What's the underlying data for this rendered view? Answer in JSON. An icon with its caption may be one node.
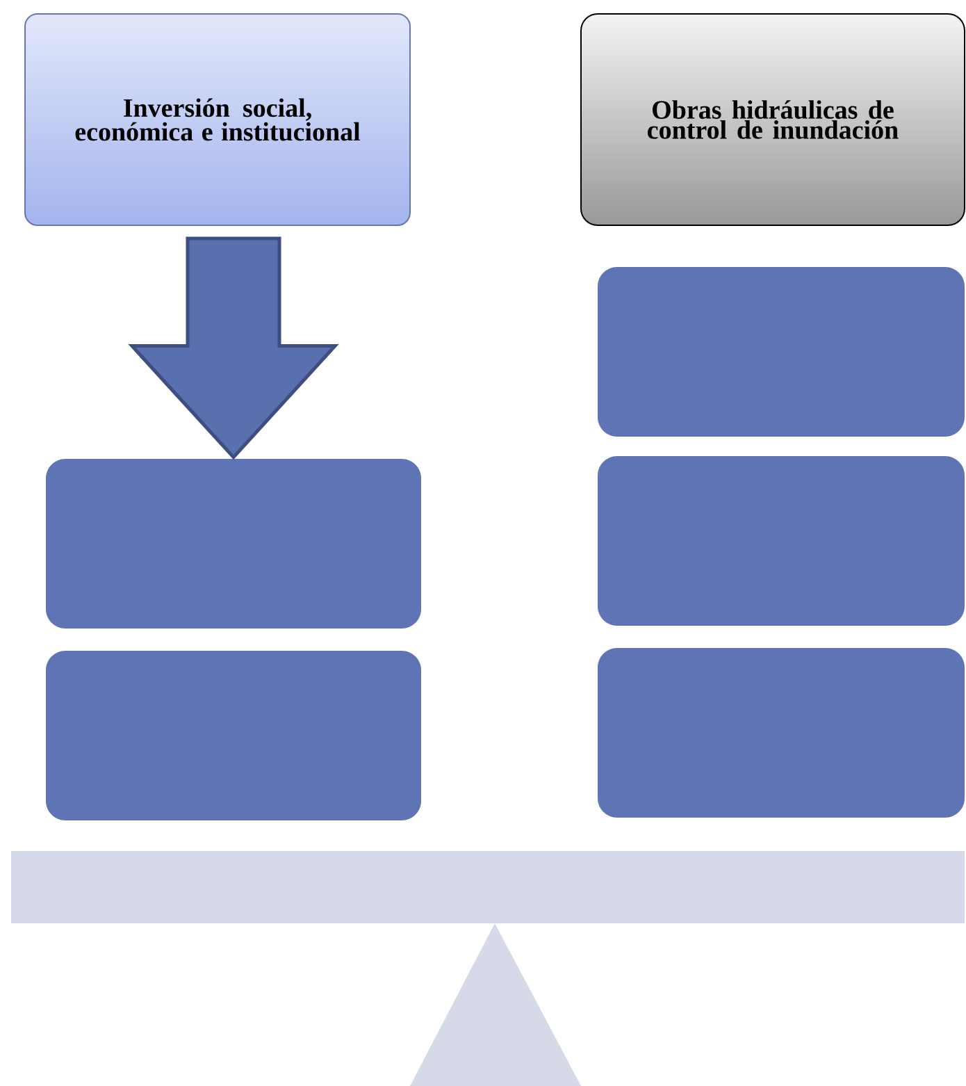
{
  "diagram": {
    "nodes": [
      {
        "text": [
          "Inversión social, económica e institucional"
        ]
      },
      {
        "text": [
          "Obras hidráulicas de control de inundación"
        ]
      },
      {
        "text": [],
        "shape": "box"
      },
      {
        "text": [],
        "shape": "box"
      },
      {
        "text": [],
        "shape": "box"
      },
      {
        "text": [],
        "shape": "box"
      },
      {
        "text": [],
        "shape": "box"
      }
    ],
    "edges": [
      {
        "from": 0,
        "to": 2,
        "arrow": "to"
      }
    ]
  }
}
